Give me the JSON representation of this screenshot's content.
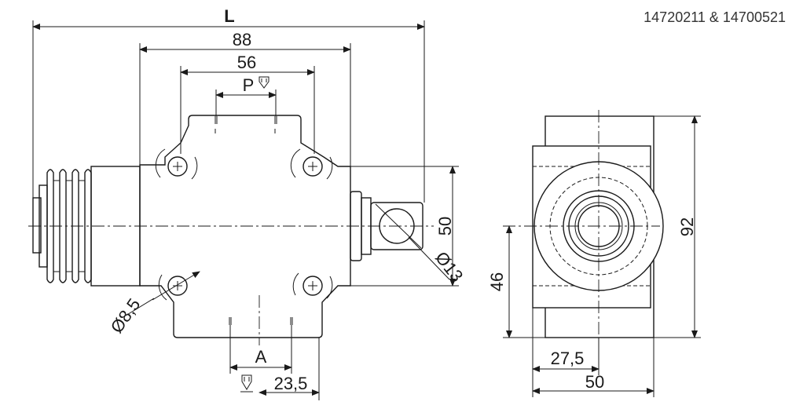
{
  "part_numbers": "14720211 & 14700521",
  "dimensions": {
    "L": "L",
    "d88": "88",
    "d56": "56",
    "P": "P",
    "d50_vertical": "50",
    "d13": "Ø13",
    "d8_5": "Ø8,5",
    "A": "A",
    "d23_5": "23,5",
    "d92": "92",
    "d46": "46",
    "d27_5": "27,5",
    "d50_bottom": "50"
  }
}
